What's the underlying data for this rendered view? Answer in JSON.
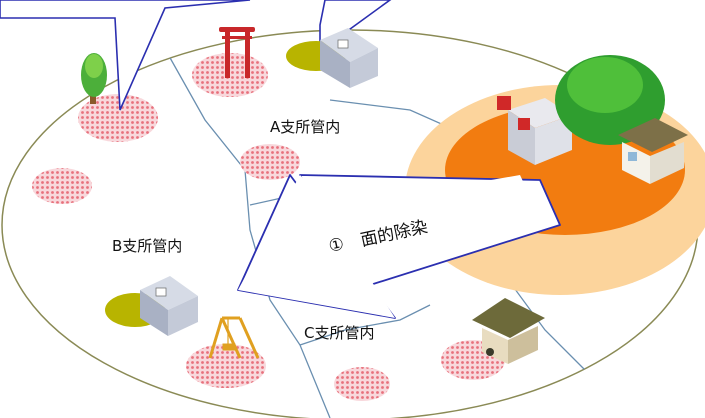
{
  "labels": {
    "district_a": "A支所管内",
    "district_b": "B支所管内",
    "district_c": "C支所管内",
    "arrow_number": "①",
    "arrow_text": "面的除染"
  },
  "colors": {
    "map_outline": "#8a8a55",
    "district_line": "#6a8fb0",
    "hotspot": "#f0a0a8",
    "orange_outer": "#fcd49c",
    "orange_inner": "#f27c10",
    "arrow_fill": "#ffffff",
    "arrow_stroke": "#2b2fb0"
  },
  "icons": [
    "tree-icon",
    "torii-gate-icon",
    "school-building-icon",
    "shop-building-icon",
    "house-icon",
    "green-hill-icon",
    "swing-icon",
    "shrine-icon"
  ]
}
